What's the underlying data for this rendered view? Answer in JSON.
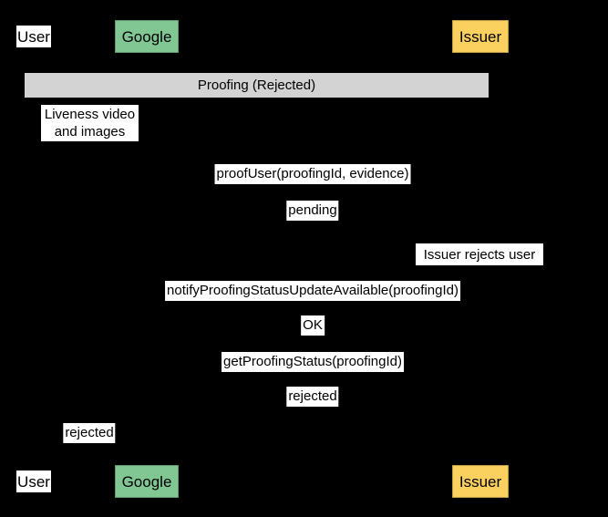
{
  "diagram": {
    "title": "Proofing (Rejected) sequence diagram",
    "background_color": "#000000",
    "participant_green": "#80c794",
    "participant_yellow": "#fad05e",
    "group_bar_color": "#d3d3d3",
    "label_background": "#ffffff",
    "text_color": "#000000"
  },
  "participants_top": [
    {
      "name": "User",
      "style": "plain"
    },
    {
      "name": "Google",
      "style": "boxed"
    },
    {
      "name": "Issuer",
      "style": "boxed"
    }
  ],
  "participants_bottom": [
    {
      "name": "User",
      "style": "plain"
    },
    {
      "name": "Google",
      "style": "boxed"
    },
    {
      "name": "Issuer",
      "style": "boxed"
    }
  ],
  "group": {
    "label": "Proofing (Rejected)"
  },
  "notes": [
    {
      "line1": "Liveness video",
      "line2": "and images"
    },
    {
      "line1": "Issuer rejects user",
      "line2": ""
    }
  ],
  "messages": [
    {
      "label": "proofUser(proofingId, evidence)"
    },
    {
      "label": "pending"
    },
    {
      "label": "notifyProofingStatusUpdateAvailable(proofingId)"
    },
    {
      "label": "OK"
    },
    {
      "label": "getProofingStatus(proofingId)"
    },
    {
      "label": "rejected"
    },
    {
      "label": "rejected"
    }
  ]
}
